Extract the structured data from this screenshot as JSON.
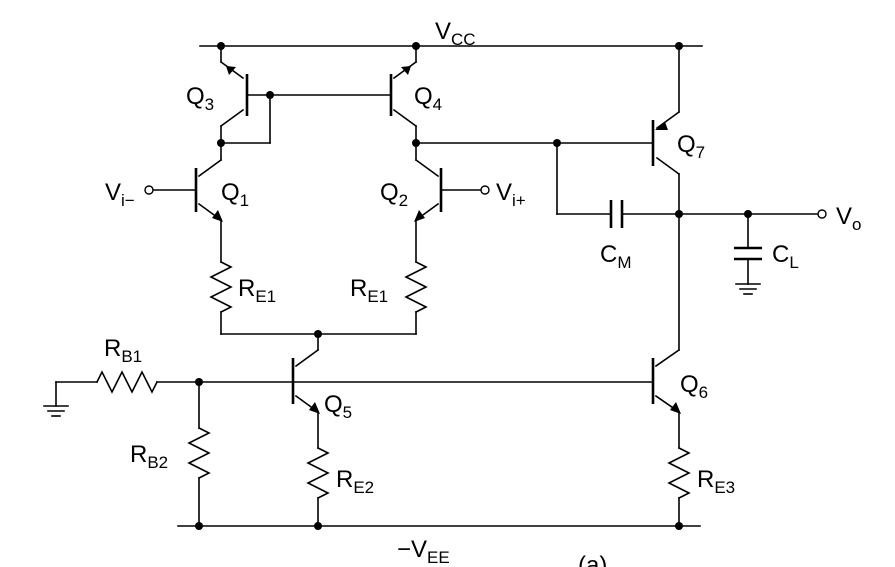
{
  "labels": {
    "vcc": {
      "main": "V",
      "sub": "CC"
    },
    "vee": {
      "main": "−V",
      "sub": "EE"
    },
    "vin_minus": {
      "main": "V",
      "sub": "i−"
    },
    "vin_plus": {
      "main": "V",
      "sub": "i+"
    },
    "vo": {
      "main": "V",
      "sub": "o"
    },
    "q1": {
      "main": "Q",
      "sub": "1"
    },
    "q2": {
      "main": "Q",
      "sub": "2"
    },
    "q3": {
      "main": "Q",
      "sub": "3"
    },
    "q4": {
      "main": "Q",
      "sub": "4"
    },
    "q5": {
      "main": "Q",
      "sub": "5"
    },
    "q6": {
      "main": "Q",
      "sub": "6"
    },
    "q7": {
      "main": "Q",
      "sub": "7"
    },
    "re1_left": {
      "main": "R",
      "sub": "E1"
    },
    "re1_right": {
      "main": "R",
      "sub": "E1"
    },
    "re2": {
      "main": "R",
      "sub": "E2"
    },
    "re3": {
      "main": "R",
      "sub": "E3"
    },
    "rb1": {
      "main": "R",
      "sub": "B1"
    },
    "rb2": {
      "main": "R",
      "sub": "B2"
    },
    "cm": {
      "main": "C",
      "sub": "M"
    },
    "cl": {
      "main": "C",
      "sub": "L"
    },
    "caption": "(a)"
  }
}
